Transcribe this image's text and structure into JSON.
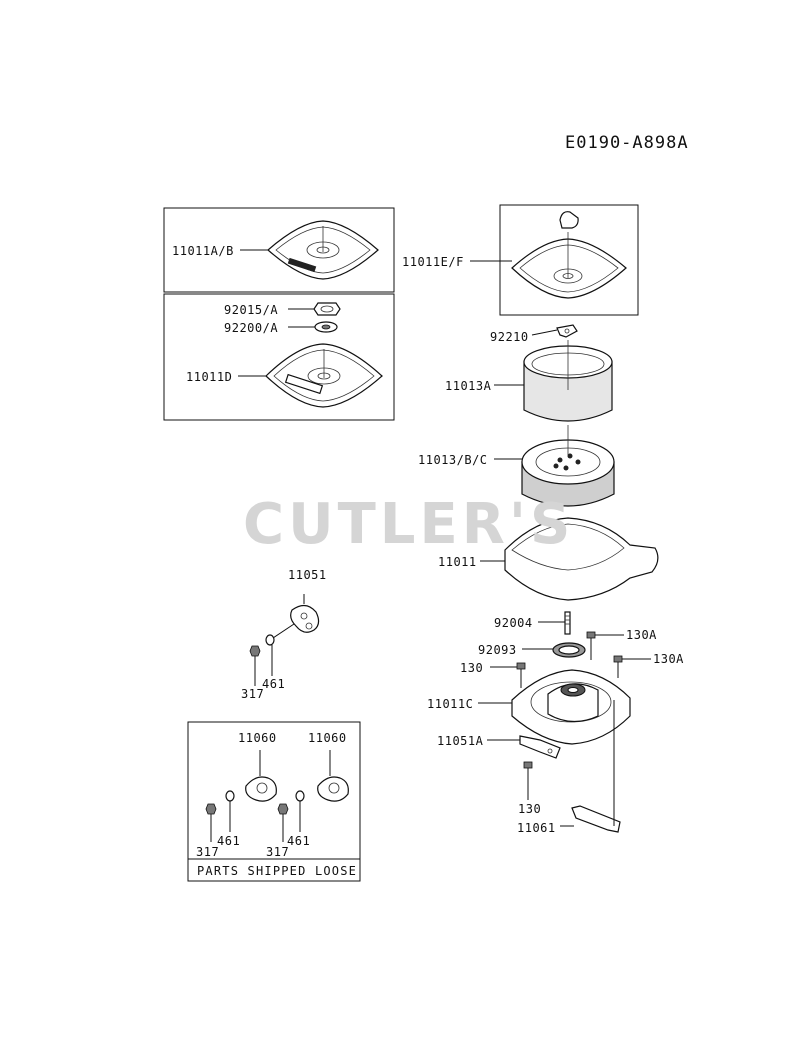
{
  "ref_code": "E0190-A898A",
  "watermark": "CUTLER'S",
  "loose_caption": "PARTS SHIPPED LOOSE",
  "labels": {
    "p11011ab": "11011A/B",
    "p92015a": "92015/A",
    "p92200a": "92200/A",
    "p11011d": "11011D",
    "p11011ef": "11011E/F",
    "p92210": "92210",
    "p11013a": "11013A",
    "p11013bc": "11013/B/C",
    "p11011": "11011",
    "p11051": "11051",
    "p461a": "461",
    "p317a": "317",
    "p92004": "92004",
    "p92093": "92093",
    "p130a_1": "130A",
    "p130a_2": "130A",
    "p130_1": "130",
    "p11011c": "11011C",
    "p11051a": "11051A",
    "p130_2": "130",
    "p11061": "11061",
    "p11060_1": "11060",
    "p11060_2": "11060",
    "p461b": "461",
    "p317b": "317",
    "p461c": "461",
    "p317c": "317"
  }
}
